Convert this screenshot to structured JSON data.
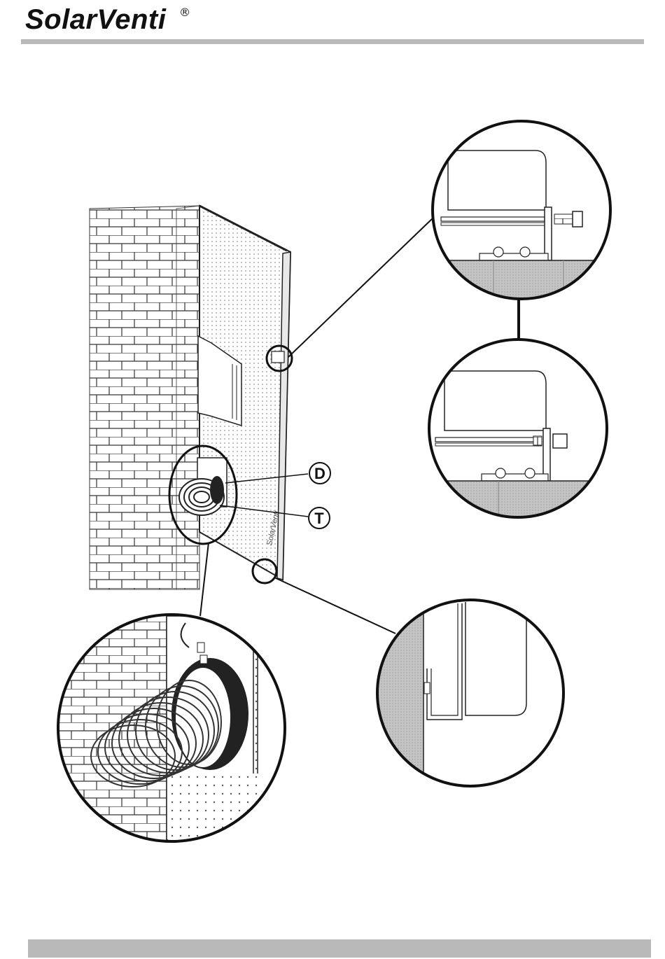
{
  "header": {
    "brand": "SolarVenti",
    "registered_mark": "®"
  },
  "callouts": {
    "d": "D",
    "t": "T"
  },
  "panel_logo": "SolarVenti",
  "colors": {
    "rule": "#b9b9b9",
    "ink": "#111111",
    "ground": "#bdbdbd"
  }
}
